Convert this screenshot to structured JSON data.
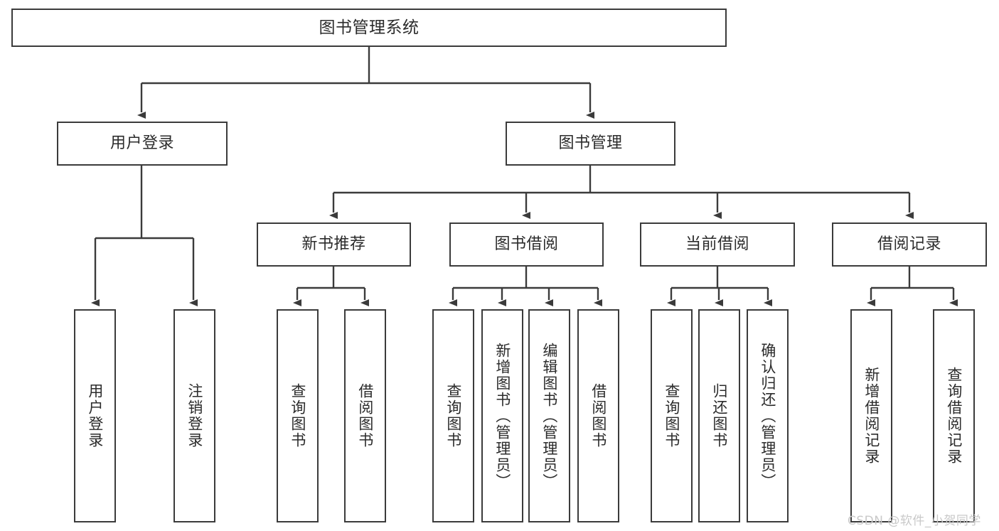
{
  "diagram": {
    "type": "tree",
    "title": "图书管理系统",
    "root": {
      "label": "图书管理系统",
      "children": [
        {
          "label": "用户登录",
          "children": [
            {
              "label": "用户登录"
            },
            {
              "label": "注销登录"
            }
          ]
        },
        {
          "label": "图书管理",
          "children": [
            {
              "label": "新书推荐",
              "children": [
                {
                  "label": "查询图书"
                },
                {
                  "label": "借阅图书"
                }
              ]
            },
            {
              "label": "图书借阅",
              "children": [
                {
                  "label": "查询图书"
                },
                {
                  "label": "新增图书（管理员）"
                },
                {
                  "label": "编辑图书（管理员）"
                },
                {
                  "label": "借阅图书"
                }
              ]
            },
            {
              "label": "当前借阅",
              "children": [
                {
                  "label": "查询图书"
                },
                {
                  "label": "归还图书"
                },
                {
                  "label": "确认归还（管理员）"
                }
              ]
            },
            {
              "label": "借阅记录",
              "children": [
                {
                  "label": "新增借阅记录"
                },
                {
                  "label": "查询借阅记录"
                }
              ]
            }
          ]
        }
      ]
    }
  },
  "nodes": {
    "root": "图书管理系统",
    "user_login": "用户登录",
    "book_manage": "图书管理",
    "new_book_rec": "新书推荐",
    "book_borrow": "图书借阅",
    "current_borrow": "当前借阅",
    "borrow_record": "借阅记录",
    "leaf_user_login": "用户登录",
    "leaf_logout": "注销登录",
    "leaf_query_book_1": "查询图书",
    "leaf_borrow_book_1": "借阅图书",
    "leaf_query_book_2": "查询图书",
    "leaf_add_book_admin": "新增图书（管理员）",
    "leaf_edit_book_admin": "编辑图书（管理员）",
    "leaf_borrow_book_2": "借阅图书",
    "leaf_query_book_3": "查询图书",
    "leaf_return_book": "归还图书",
    "leaf_confirm_return_admin": "确认归还（管理员）",
    "leaf_add_record": "新增借阅记录",
    "leaf_query_record": "查询借阅记录"
  },
  "watermark": {
    "text": "CSDN @软件_小贺同学"
  },
  "colors": {
    "border": "#3b3b3b",
    "text": "#2b2b2b",
    "edge": "#3b3b3b",
    "background": "#ffffff",
    "watermark": "#c9c9c9"
  }
}
